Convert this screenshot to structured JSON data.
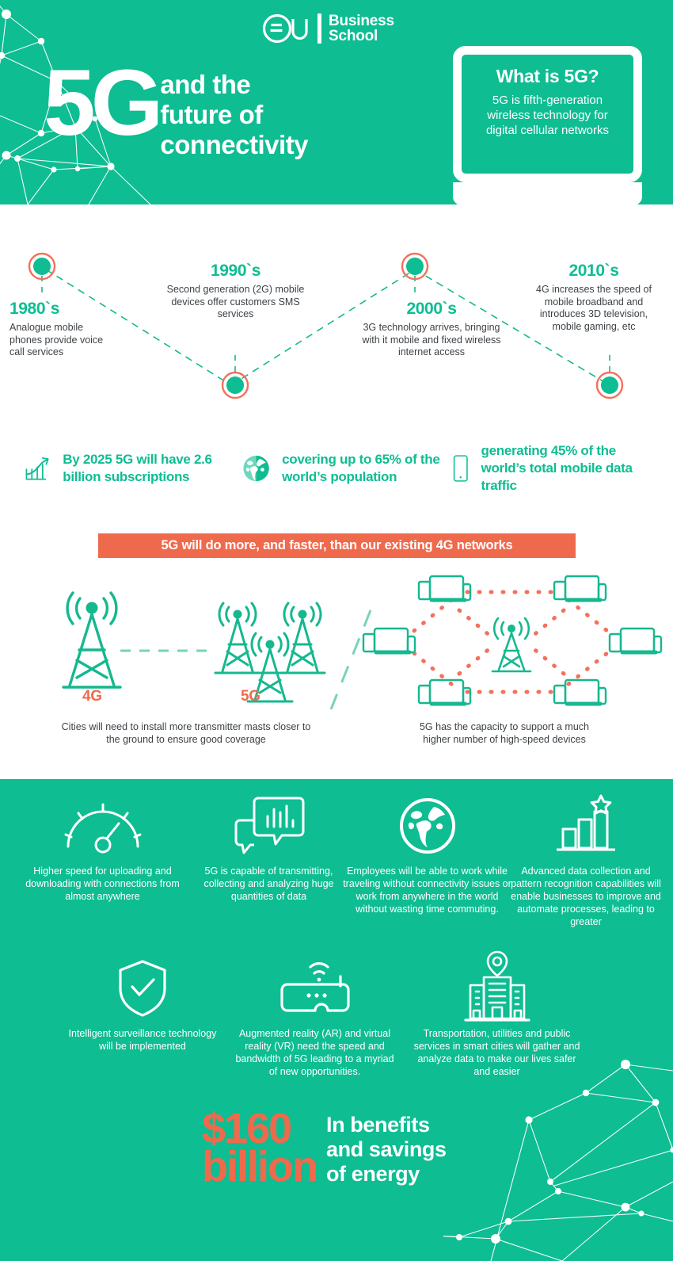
{
  "brand": {
    "logo_mark": "eu-circle-logo-icon",
    "logo_line1": "Business",
    "logo_line2": "School",
    "green": "#0ebd92",
    "orange": "#ef6a4c",
    "white": "#ffffff"
  },
  "header": {
    "headline_big": "5G",
    "headline_line1": "and the",
    "headline_line2": "future of",
    "headline_line3": "connectivity",
    "callout": {
      "title": "What is 5G?",
      "desc": "5G is fifth-generation wireless technology for digital cellular networks"
    }
  },
  "timeline": {
    "items": [
      {
        "year": "1980`s",
        "desc": "Analogue mobile phones provide voice call services"
      },
      {
        "year": "1990`s",
        "desc": "Second generation (2G) mobile devices offer customers SMS services"
      },
      {
        "year": "2000`s",
        "desc": "3G technology arrives, bringing with it mobile and fixed wireless internet access"
      },
      {
        "year": "2010`s",
        "desc": "4G increases the speed of mobile broadband and introduces 3D television, mobile gaming, etc"
      }
    ]
  },
  "stats": [
    {
      "icon": "growth-chart-icon",
      "text": "By 2025 5G will have 2.6 billion subscriptions"
    },
    {
      "icon": "globe-icon",
      "text": "covering up to 65% of the world’s population"
    },
    {
      "icon": "smartphone-icon",
      "text": "generating 45% of the world’s total mobile data traffic"
    }
  ],
  "banner": {
    "text": "5G will do more, and faster, than our existing 4G networks"
  },
  "compare": {
    "label_4g": "4G",
    "label_5g": "5G",
    "caption_left": "Cities will need to install more transmitter masts closer to the ground to ensure good coverage",
    "caption_right": "5G has the capacity to support a much higher number of high-speed devices"
  },
  "benefits": [
    {
      "icon": "speedometer-icon",
      "text": "Higher speed for uploading and downloading with connections from almost anywhere"
    },
    {
      "icon": "chat-analytics-icon",
      "text": "5G is capable of transmitting, collecting and analyzing huge quantities of data"
    },
    {
      "icon": "globe-icon",
      "text": "Employees will be able to work while traveling without connectivity issues  or work from anywhere in the world without wasting time commuting."
    },
    {
      "icon": "bar-chart-star-icon",
      "text": "Advanced data collection and pattern recognition capabilities will enable businesses to improve and automate processes, leading to greater"
    },
    {
      "icon": "shield-check-icon",
      "text": "Intelligent surveillance technology will be implemented"
    },
    {
      "icon": "vr-headset-icon",
      "text": "Augmented reality (AR) and virtual reality (VR) need the speed and bandwidth of 5G leading to a myriad of new opportunities."
    },
    {
      "icon": "smart-city-icon",
      "text": "Transportation, utilities and public services in smart cities will gather and analyze data to make our lives safer and easier"
    }
  ],
  "money": {
    "amount_line1": "$160",
    "amount_line2": "billion",
    "text_line1": "In benefits",
    "text_line2": "and savings",
    "text_line3": "of energy"
  }
}
